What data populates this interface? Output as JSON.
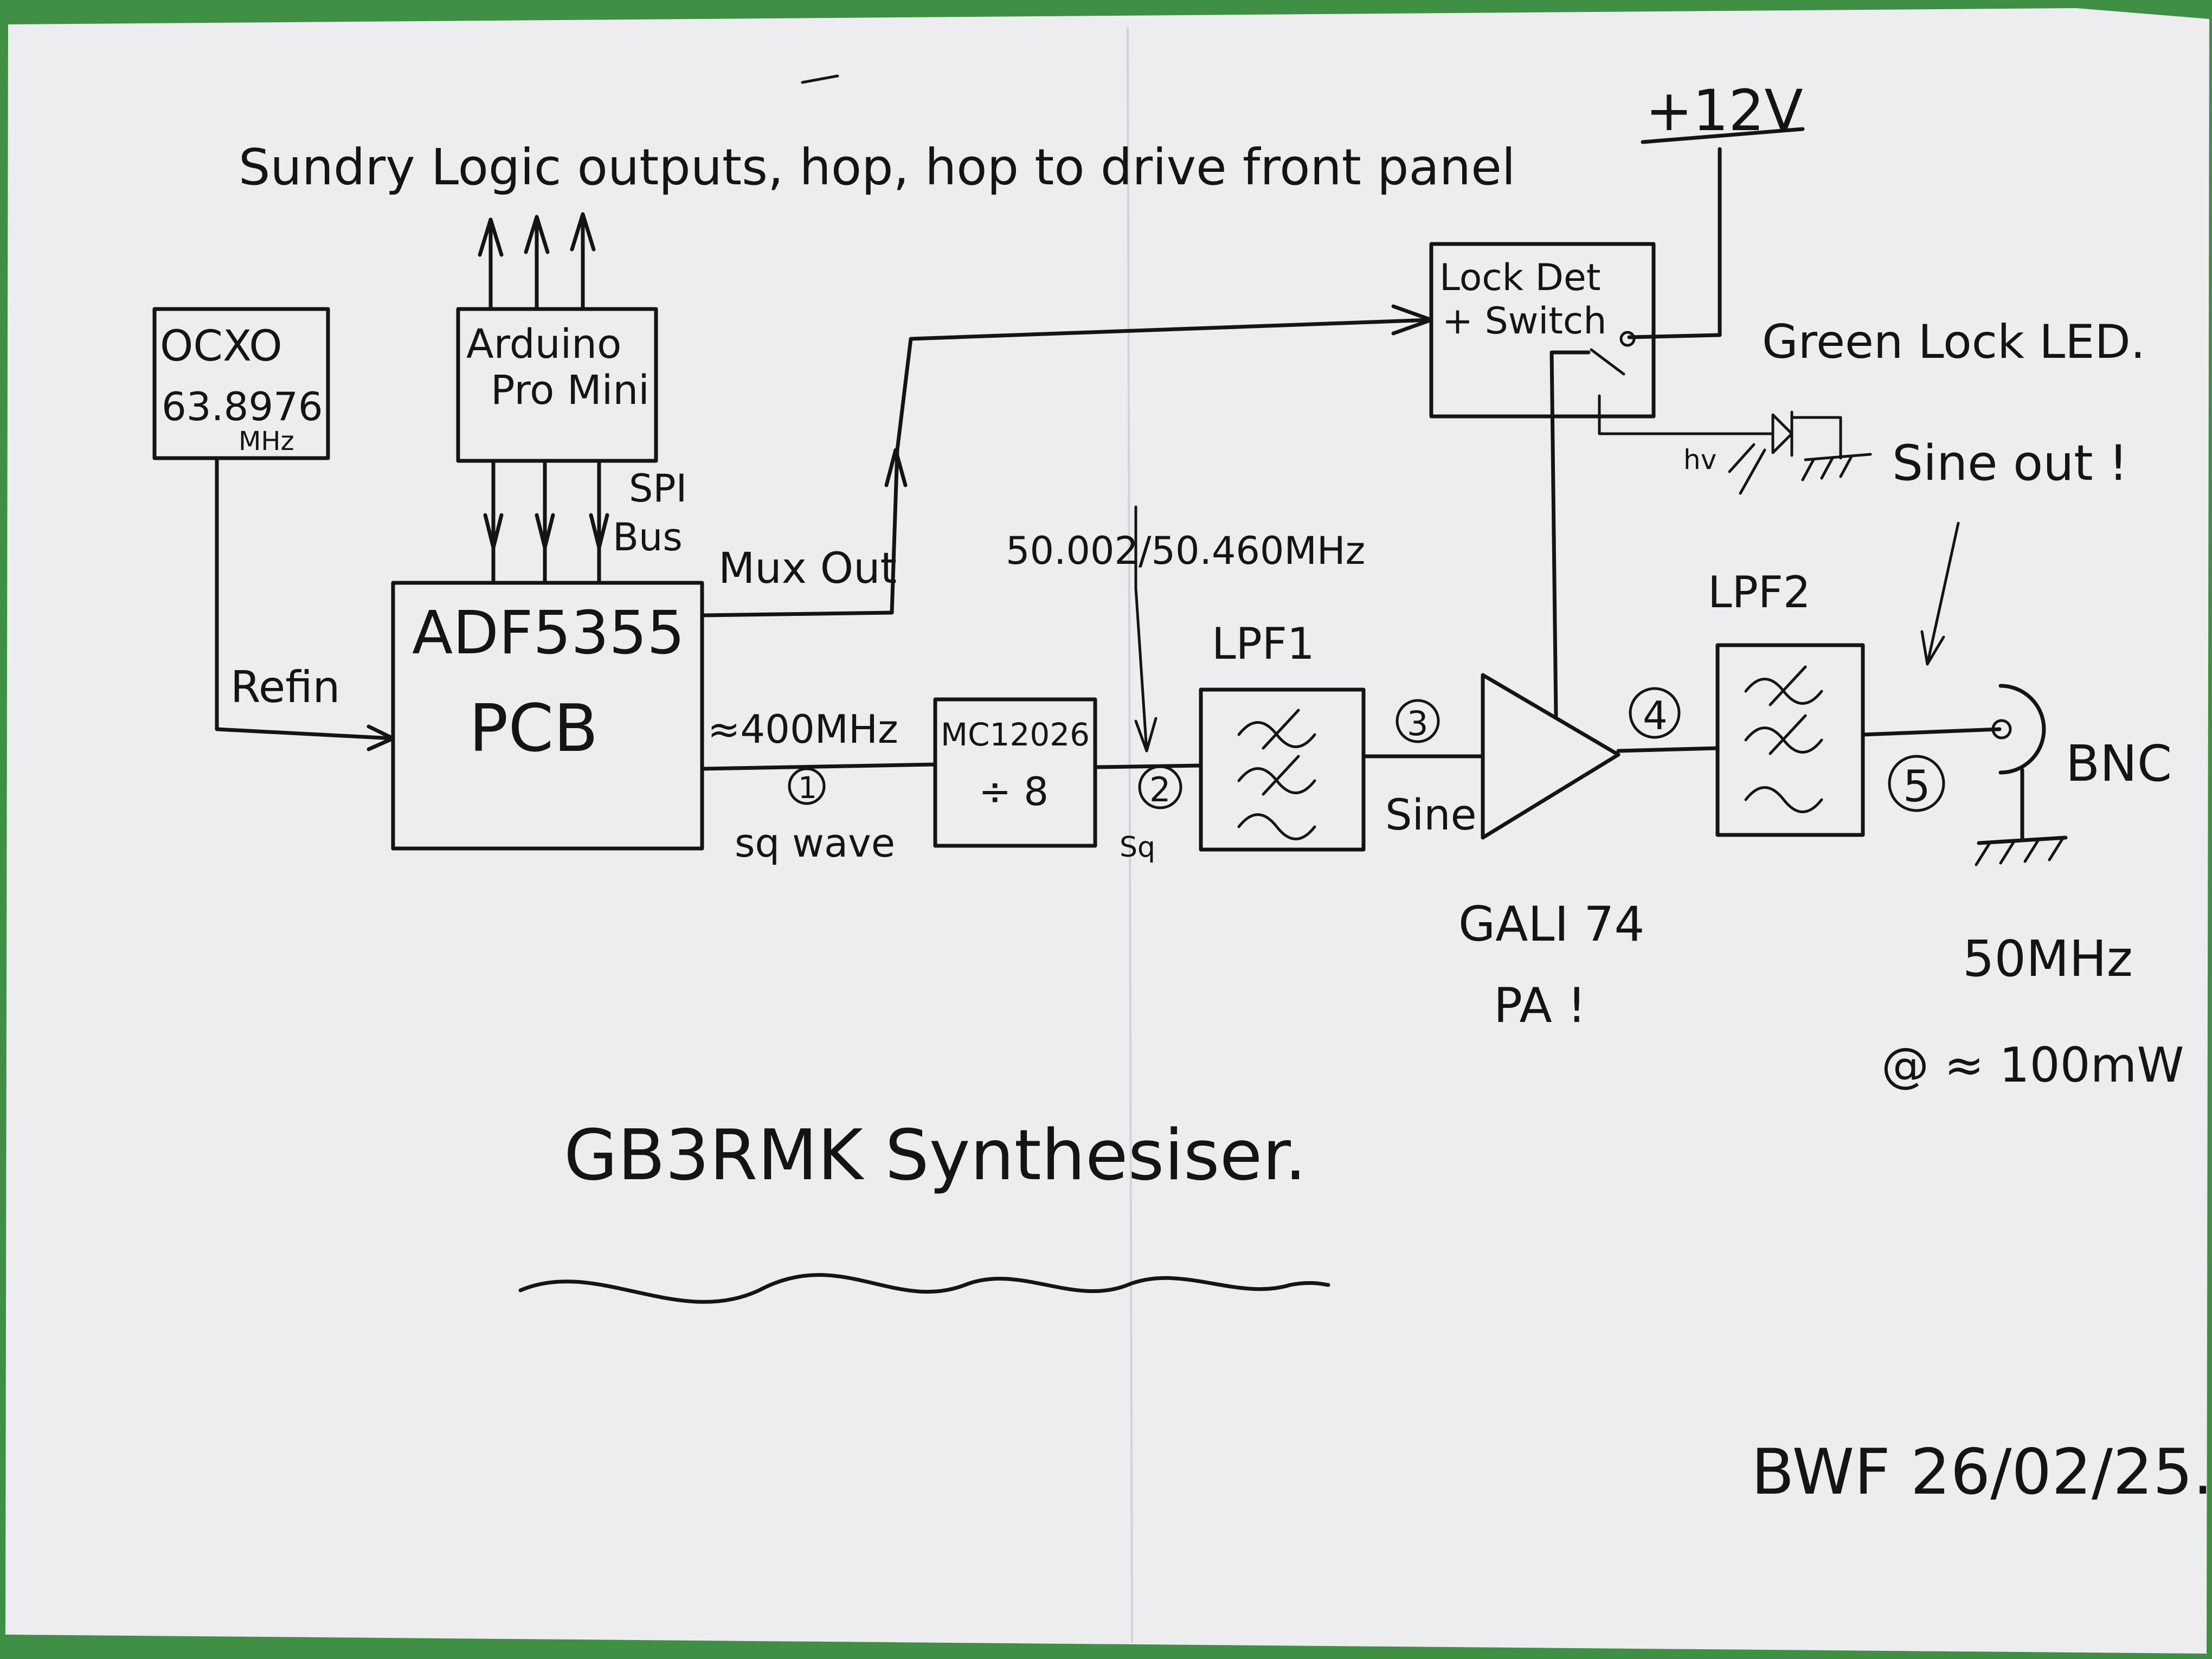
{
  "title": "GB3RMK Synthesiser.",
  "top_note": "Sundry Logic outputs, hop, hop to drive front panel",
  "supply": "+12V",
  "author_date": "BWF 26/02/25.",
  "colors": {
    "paper": "#ededf0",
    "ink": "#141414",
    "background": "#3f8f45"
  },
  "blocks": {
    "ocxo": {
      "line1": "OCXO",
      "line2": "63.8976",
      "line3": "MHz"
    },
    "arduino": {
      "line1": "Arduino",
      "line2": "Pro Mini"
    },
    "adf": {
      "line1": "ADF5355",
      "line2": "PCB"
    },
    "divider": {
      "line1": "MC12026",
      "line2": "÷ 8"
    },
    "lpf1": {
      "label": "LPF1"
    },
    "lock": {
      "line1": "Lock Det",
      "line2": "+ Switch"
    },
    "amp": {
      "line1": "GALI 74",
      "line2": "PA !"
    },
    "lpf2": {
      "label": "LPF2"
    },
    "bnc": {
      "label": "BNC"
    }
  },
  "labels": {
    "spi1": "SPI",
    "spi2": "Bus",
    "refin": "Refin",
    "mux_out": "Mux Out",
    "freq_400": "≈400MHz",
    "sq_wave": "sq wave",
    "freq_50": "50.002/50.460MHz",
    "sq_small": "Sq",
    "sine": "Sine",
    "green_led": "Green Lock LED.",
    "led_light": "hv",
    "sine_out": "Sine out !",
    "out_freq": "50MHz",
    "out_power": "@ ≈ 100mW"
  },
  "nodes": [
    "1",
    "2",
    "3",
    "4",
    "5"
  ]
}
